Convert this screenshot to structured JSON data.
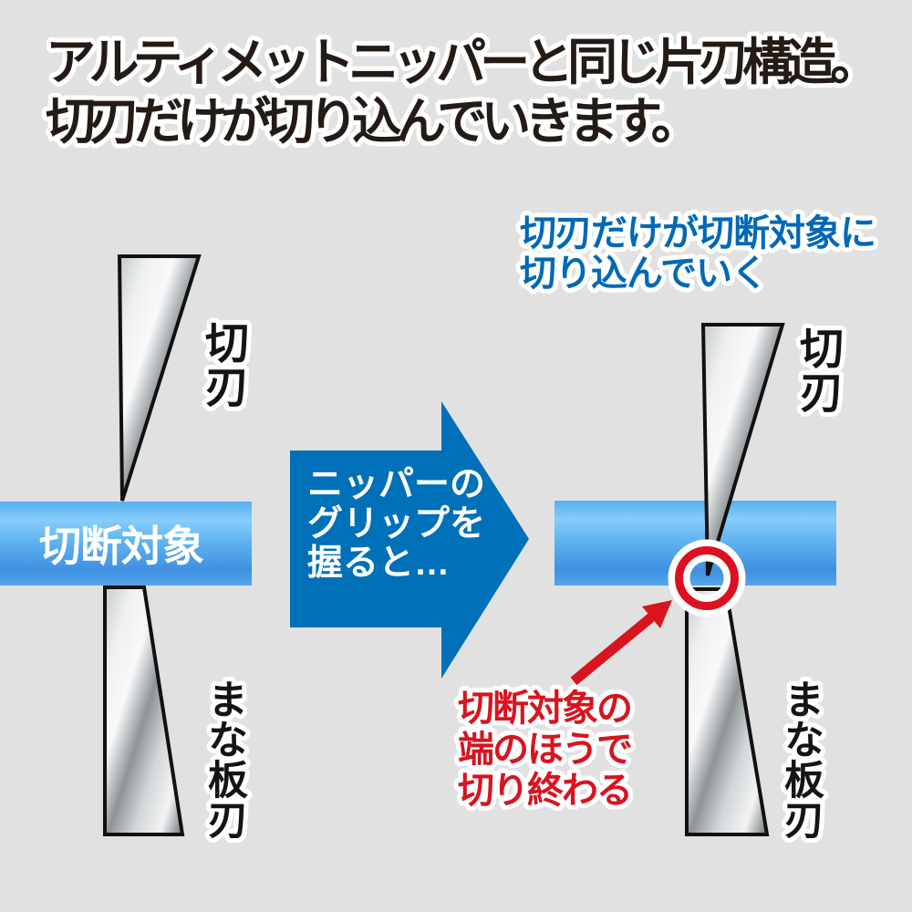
{
  "title": {
    "line1": "アルティメットニッパーと同じ片刃構造。",
    "line2": "切刃だけが切り込んでいきます。"
  },
  "left_diagram": {
    "top_blade_label": "切刃",
    "bottom_blade_label": "まな板刃",
    "target_label": "切断対象"
  },
  "transition_arrow": {
    "line1": "ニッパーの",
    "line2": "グリップを",
    "line3": "握ると…"
  },
  "right_diagram": {
    "top_blade_label": "切刃",
    "bottom_blade_label": "まな板刃",
    "blue_note": {
      "line1": "切刃だけが切断対象に",
      "line2": "切り込んでいく"
    },
    "red_note": {
      "line1": "切断対象の",
      "line2": "端のほうで",
      "line3": "切り終わる"
    }
  },
  "colors": {
    "background": "#e1e1e1",
    "headline_black": "#241a16",
    "transition_arrow_blue": "#0070b8",
    "target_bar_blue_light": "#86cdfa",
    "target_bar_blue_dark": "#3f90e0",
    "note_blue": "#0068b6",
    "note_red": "#d8141f",
    "highlight_circle_red": "#dc1020",
    "blade_outline": "#111111"
  }
}
